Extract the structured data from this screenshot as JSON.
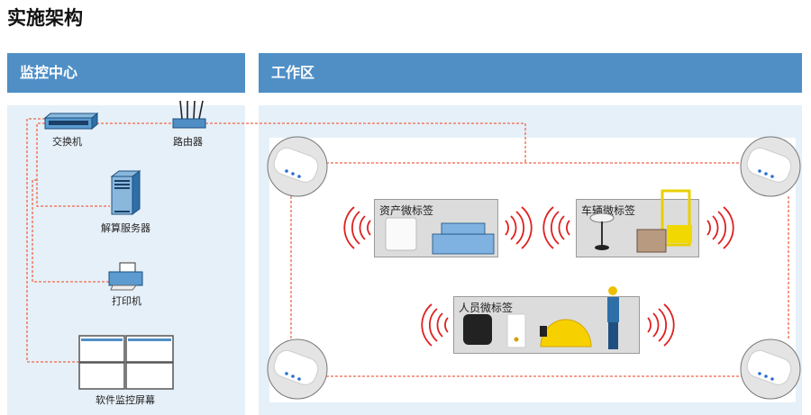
{
  "title": "实施架构",
  "left": {
    "header": "监控中心",
    "devices": {
      "switch": "交换机",
      "router": "路由器",
      "server": "解算服务器",
      "printer": "打印机",
      "monitor": "软件监控屏幕"
    }
  },
  "right": {
    "header": "工作区",
    "tags": {
      "asset": "资产微标签",
      "vehicle": "车辆微标签",
      "person": "人员微标签"
    }
  },
  "colors": {
    "header": "#4f8fc6",
    "panel": "#e6f0f8",
    "link": "#f0664a",
    "wave": "#e02020"
  }
}
